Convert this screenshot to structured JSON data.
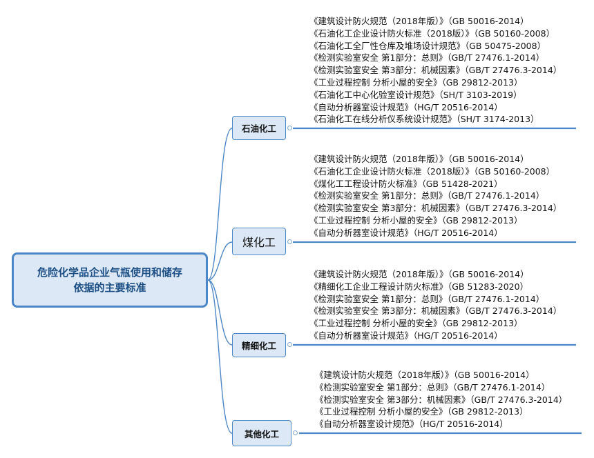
{
  "root": {
    "line1": "危险化学品企业气瓶使用和储存",
    "line2": "依据的主要标准"
  },
  "colors": {
    "line": "#4a86c8",
    "node_fill": "#dce8f5",
    "root_text": "#1c4f86"
  },
  "icons": {
    "collapse_toggle": "circle-minus-icon"
  },
  "branches": [
    {
      "label": "石油化工",
      "standards": [
        "《建筑设计防火规范（2018年版）》（GB 50016-2014）",
        "《石油化工企业设计防火标准（2018版）》（GB 50160-2008）",
        "《石油化工全厂性仓库及堆场设计规范》（GB 50475-2008）",
        "《检测实验室安全 第1部分：总则》（GB/T 27476.1-2014）",
        "《检测实验室安全 第3部分：机械因素》（GB/T 27476.3-2014）",
        "《工业过程控制 分析小屋的安全》（GB 29812-2013）",
        "《石油化工中心化验室设计规范》（SH/T 3103-2019）",
        "《自动分析器室设计规范》（HG/T 20516-2014）",
        "《石油化工在线分析仪系统设计规范》（SH/T 3174-2013）"
      ]
    },
    {
      "label": "煤化工",
      "standards": [
        "《建筑设计防火规范（2018年版）》（GB 50016-2014）",
        "《石油化工企业设计防火标准（2018版）》（GB 50160-2008）",
        "《煤化工工程设计防火标准》（GB 51428-2021）",
        "《检测实验室安全 第1部分：总则》（GB/T 27476.1-2014）",
        "《检测实验室安全 第3部分：机械因素》（GB/T 27476.3-2014）",
        "《工业过程控制 分析小屋的安全》（GB 29812-2013）",
        "《自动分析器室设计规范》（HG/T 20516-2014）"
      ]
    },
    {
      "label": "精细化工",
      "standards": [
        "《建筑设计防火规范（2018年版）》（GB 50016-2014）",
        "《精细化工企业工程设计防火标准》（GB 51283-2020）",
        "《检测实验室安全 第1部分：总则》（GB/T 27476.1-2014）",
        "《检测实验室安全 第3部分：机械因素》（GB/T 27476.3-2014）",
        "《工业过程控制 分析小屋的安全》（GB 29812-2013）",
        "《自动分析器室设计规范》（HG/T 20516-2014）"
      ]
    },
    {
      "label": "其他化工",
      "standards": [
        "《建筑设计防火规范（2018年版）》（GB 50016-2014）",
        "《检测实验室安全 第1部分：总则》（GB/T 27476.1-2014）",
        "《检测实验室安全 第3部分：机械因素》（GB/T 27476.3-2014）",
        "《工业过程控制 分析小屋的安全》（GB 29812-2013）",
        "《自动分析器室设计规范》（HG/T 20516-2014）"
      ]
    }
  ]
}
